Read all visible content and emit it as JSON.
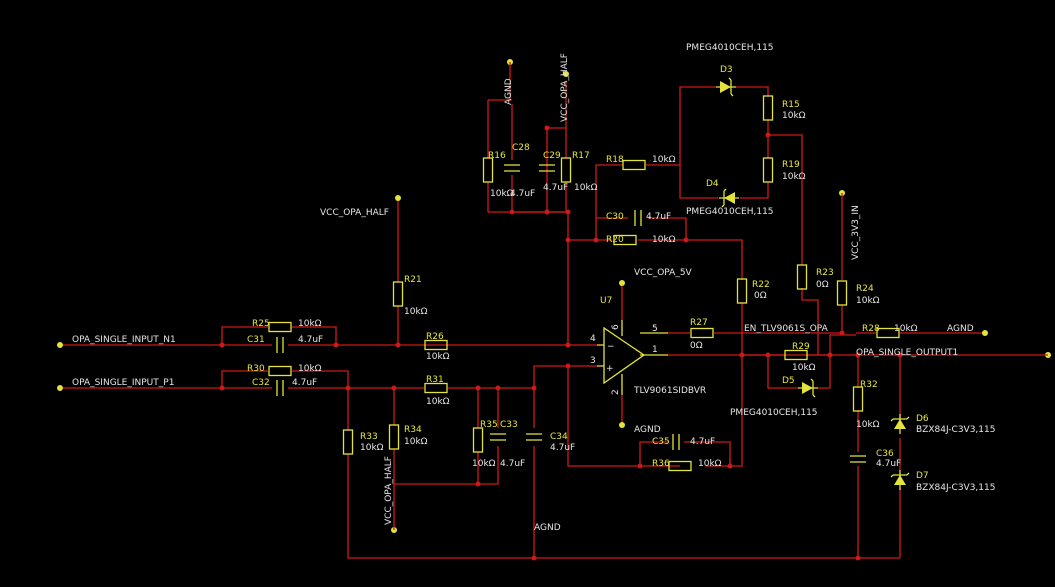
{
  "nets": {
    "in_n": "OPA_SINGLE_INPUT_N1",
    "in_p": "OPA_SINGLE_INPUT_P1",
    "out": "OPA_SINGLE_OUTPUT1",
    "vcc_half_left": "VCC_OPA_HALF",
    "vcc_half_top": "VCC_OPA_HALF",
    "vcc_half_bottom": "VCC_OPA_HALF",
    "agnd_top": "AGND",
    "agnd_opamp": "AGND",
    "agnd_bottom": "AGND",
    "agnd_right": "AGND",
    "vcc_5v": "VCC_OPA_5V",
    "vcc_3v3": "VCC_3V3_IN",
    "en": "EN_TLV9061S_OPA"
  },
  "ic": {
    "designator": "U7",
    "part": "TLV9061SIDBVR",
    "pin1": "1",
    "pin2": "2",
    "pin3": "3",
    "pin4": "4",
    "pin5": "5",
    "pin6": "6"
  },
  "components": {
    "R15": {
      "ref": "R15",
      "value": "10kΩ"
    },
    "R16": {
      "ref": "R16",
      "value": "10kΩ"
    },
    "R17": {
      "ref": "R17",
      "value": "10kΩ"
    },
    "R18": {
      "ref": "R18",
      "value": "10kΩ"
    },
    "R19": {
      "ref": "R19",
      "value": "10kΩ"
    },
    "R20": {
      "ref": "R20",
      "value": "10kΩ"
    },
    "R21": {
      "ref": "R21",
      "value": "10kΩ"
    },
    "R22": {
      "ref": "R22",
      "value": "0Ω"
    },
    "R23": {
      "ref": "R23",
      "value": "0Ω"
    },
    "R24": {
      "ref": "R24",
      "value": "10kΩ"
    },
    "R25": {
      "ref": "R25",
      "value": "10kΩ"
    },
    "R26": {
      "ref": "R26",
      "value": "10kΩ"
    },
    "R27": {
      "ref": "R27",
      "value": "0Ω"
    },
    "R28": {
      "ref": "R28",
      "value": "10kΩ"
    },
    "R29": {
      "ref": "R29",
      "value": "10kΩ"
    },
    "R30": {
      "ref": "R30",
      "value": "10kΩ"
    },
    "R31": {
      "ref": "R31",
      "value": "10kΩ"
    },
    "R32": {
      "ref": "R32",
      "value": "10kΩ"
    },
    "R33": {
      "ref": "R33",
      "value": "10kΩ"
    },
    "R34": {
      "ref": "R34",
      "value": "10kΩ"
    },
    "R35": {
      "ref": "R35",
      "value": "10kΩ"
    },
    "R36": {
      "ref": "R36",
      "value": "10kΩ"
    },
    "C28": {
      "ref": "C28",
      "value": "4.7uF"
    },
    "C29": {
      "ref": "C29",
      "value": "4.7uF"
    },
    "C30": {
      "ref": "C30",
      "value": "4.7uF"
    },
    "C31": {
      "ref": "C31",
      "value": "4.7uF"
    },
    "C32": {
      "ref": "C32",
      "value": "4.7uF"
    },
    "C33": {
      "ref": "C33",
      "value": "4.7uF"
    },
    "C34": {
      "ref": "C34",
      "value": "4.7uF"
    },
    "C35": {
      "ref": "C35",
      "value": "4.7uF"
    },
    "C36": {
      "ref": "C36",
      "value": "4.7uF"
    },
    "D3": {
      "ref": "D3",
      "value": "PMEG4010CEH,115"
    },
    "D4": {
      "ref": "D4",
      "value": "PMEG4010CEH,115"
    },
    "D5": {
      "ref": "D5",
      "value": "PMEG4010CEH,115"
    },
    "D6": {
      "ref": "D6",
      "value": "BZX84J-C3V3,115"
    },
    "D7": {
      "ref": "D7",
      "value": "BZX84J-C3V3,115"
    }
  },
  "colors": {
    "background": "#000000",
    "wire": "#d01818",
    "component": "#e3e33a",
    "net_label": "#e6e6e6"
  }
}
